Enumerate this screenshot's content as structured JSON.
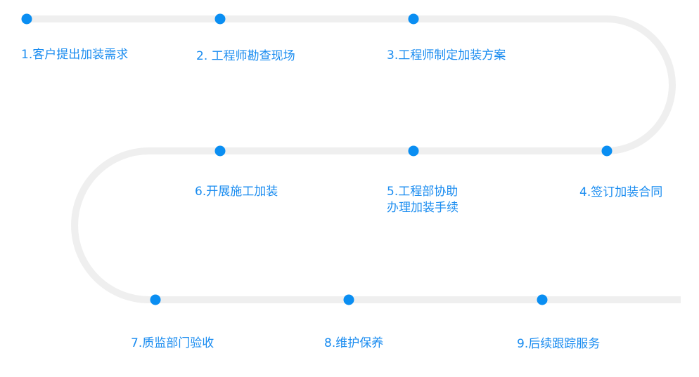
{
  "colors": {
    "track": "#efefef",
    "dot": "#0a8ef2",
    "text": "#1a8cf0"
  },
  "steps": [
    {
      "number": "1",
      "label": "1.客户提出加装需求"
    },
    {
      "number": "2",
      "label": "2. 工程师勘查现场"
    },
    {
      "number": "3",
      "label": "3.工程师制定加装方案"
    },
    {
      "number": "4",
      "label": "4.签订加装合同"
    },
    {
      "number": "5",
      "label": "5.工程部协助",
      "label_line2": "办理加装手续"
    },
    {
      "number": "6",
      "label": "6.开展施工加装"
    },
    {
      "number": "7",
      "label": "7.质监部门验收"
    },
    {
      "number": "8",
      "label": "8.维护保养"
    },
    {
      "number": "9",
      "label": "9.后续跟踪服务"
    }
  ]
}
